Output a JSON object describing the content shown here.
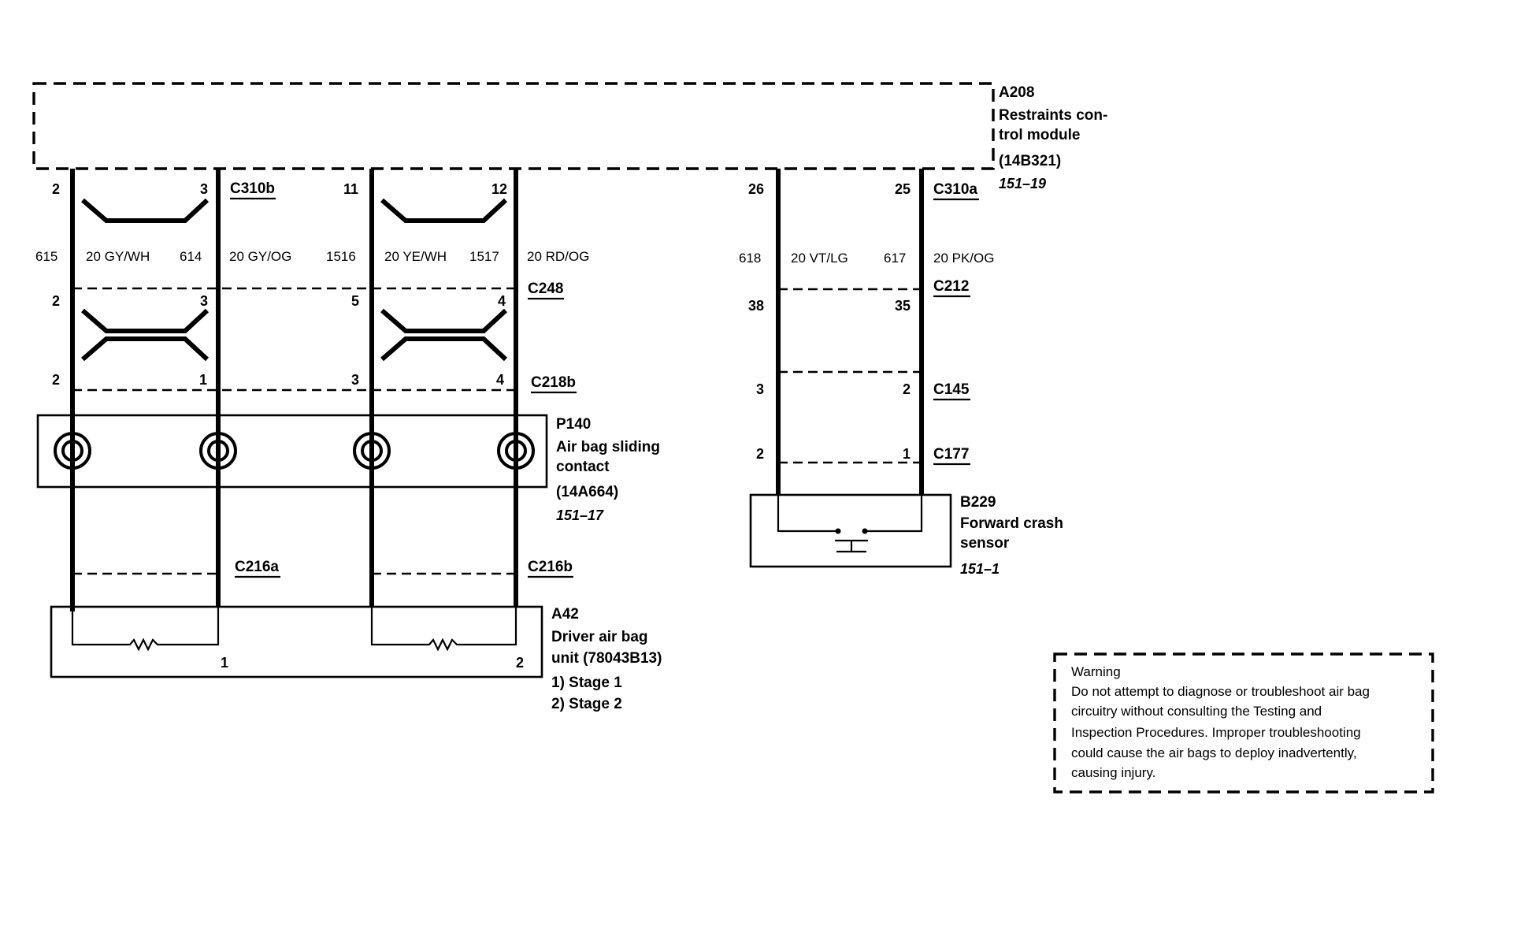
{
  "modules": {
    "a208": {
      "id": "A208",
      "name_line1": "Restraints con-",
      "name_line2": "trol module",
      "part": "(14B321)",
      "page": "151–19"
    },
    "p140": {
      "id": "P140",
      "name_line1": "Air bag sliding",
      "name_line2": "contact",
      "part": "(14A664)",
      "page": "151–17"
    },
    "a42": {
      "id": "A42",
      "name_line1": "Driver air bag",
      "name_line2": "unit (78043B13)",
      "stage1": "1)   Stage 1",
      "stage2": "2)   Stage 2",
      "pin1": "1",
      "pin2": "2"
    },
    "b229": {
      "id": "B229",
      "name_line1": "Forward crash",
      "name_line2": "sensor",
      "page": "151–1"
    }
  },
  "connectors": {
    "c310b": "C310b",
    "c310a": "C310a",
    "c248": "C248",
    "c218b": "C218b",
    "c216a": "C216a",
    "c216b": "C216b",
    "c212": "C212",
    "c145": "C145",
    "c177": "C177"
  },
  "pins": {
    "c310b": [
      "2",
      "3"
    ],
    "c310b_b": [
      "11",
      "12"
    ],
    "c310a": [
      "26",
      "25"
    ],
    "c248": [
      "2",
      "3",
      "5",
      "4"
    ],
    "c218b": [
      "2",
      "1",
      "3",
      "4"
    ],
    "c212": [
      "38",
      "35"
    ],
    "c145": [
      "3",
      "2"
    ],
    "c177": [
      "2",
      "1"
    ]
  },
  "wires": [
    {
      "circuit": "615",
      "spec": "20 GY/WH"
    },
    {
      "circuit": "614",
      "spec": "20 GY/OG"
    },
    {
      "circuit": "1516",
      "spec": "20 YE/WH"
    },
    {
      "circuit": "1517",
      "spec": "20 RD/OG"
    },
    {
      "circuit": "618",
      "spec": "20 VT/LG"
    },
    {
      "circuit": "617",
      "spec": "20 PK/OG"
    }
  ],
  "warning": {
    "title": "Warning",
    "lines": [
      "Do not attempt to diagnose or troubleshoot air bag",
      "circuitry without consulting the Testing and",
      "Inspection Procedures.  Improper troubleshooting",
      "could cause the air bags  to deploy inadvertently,",
      "causing injury."
    ]
  }
}
